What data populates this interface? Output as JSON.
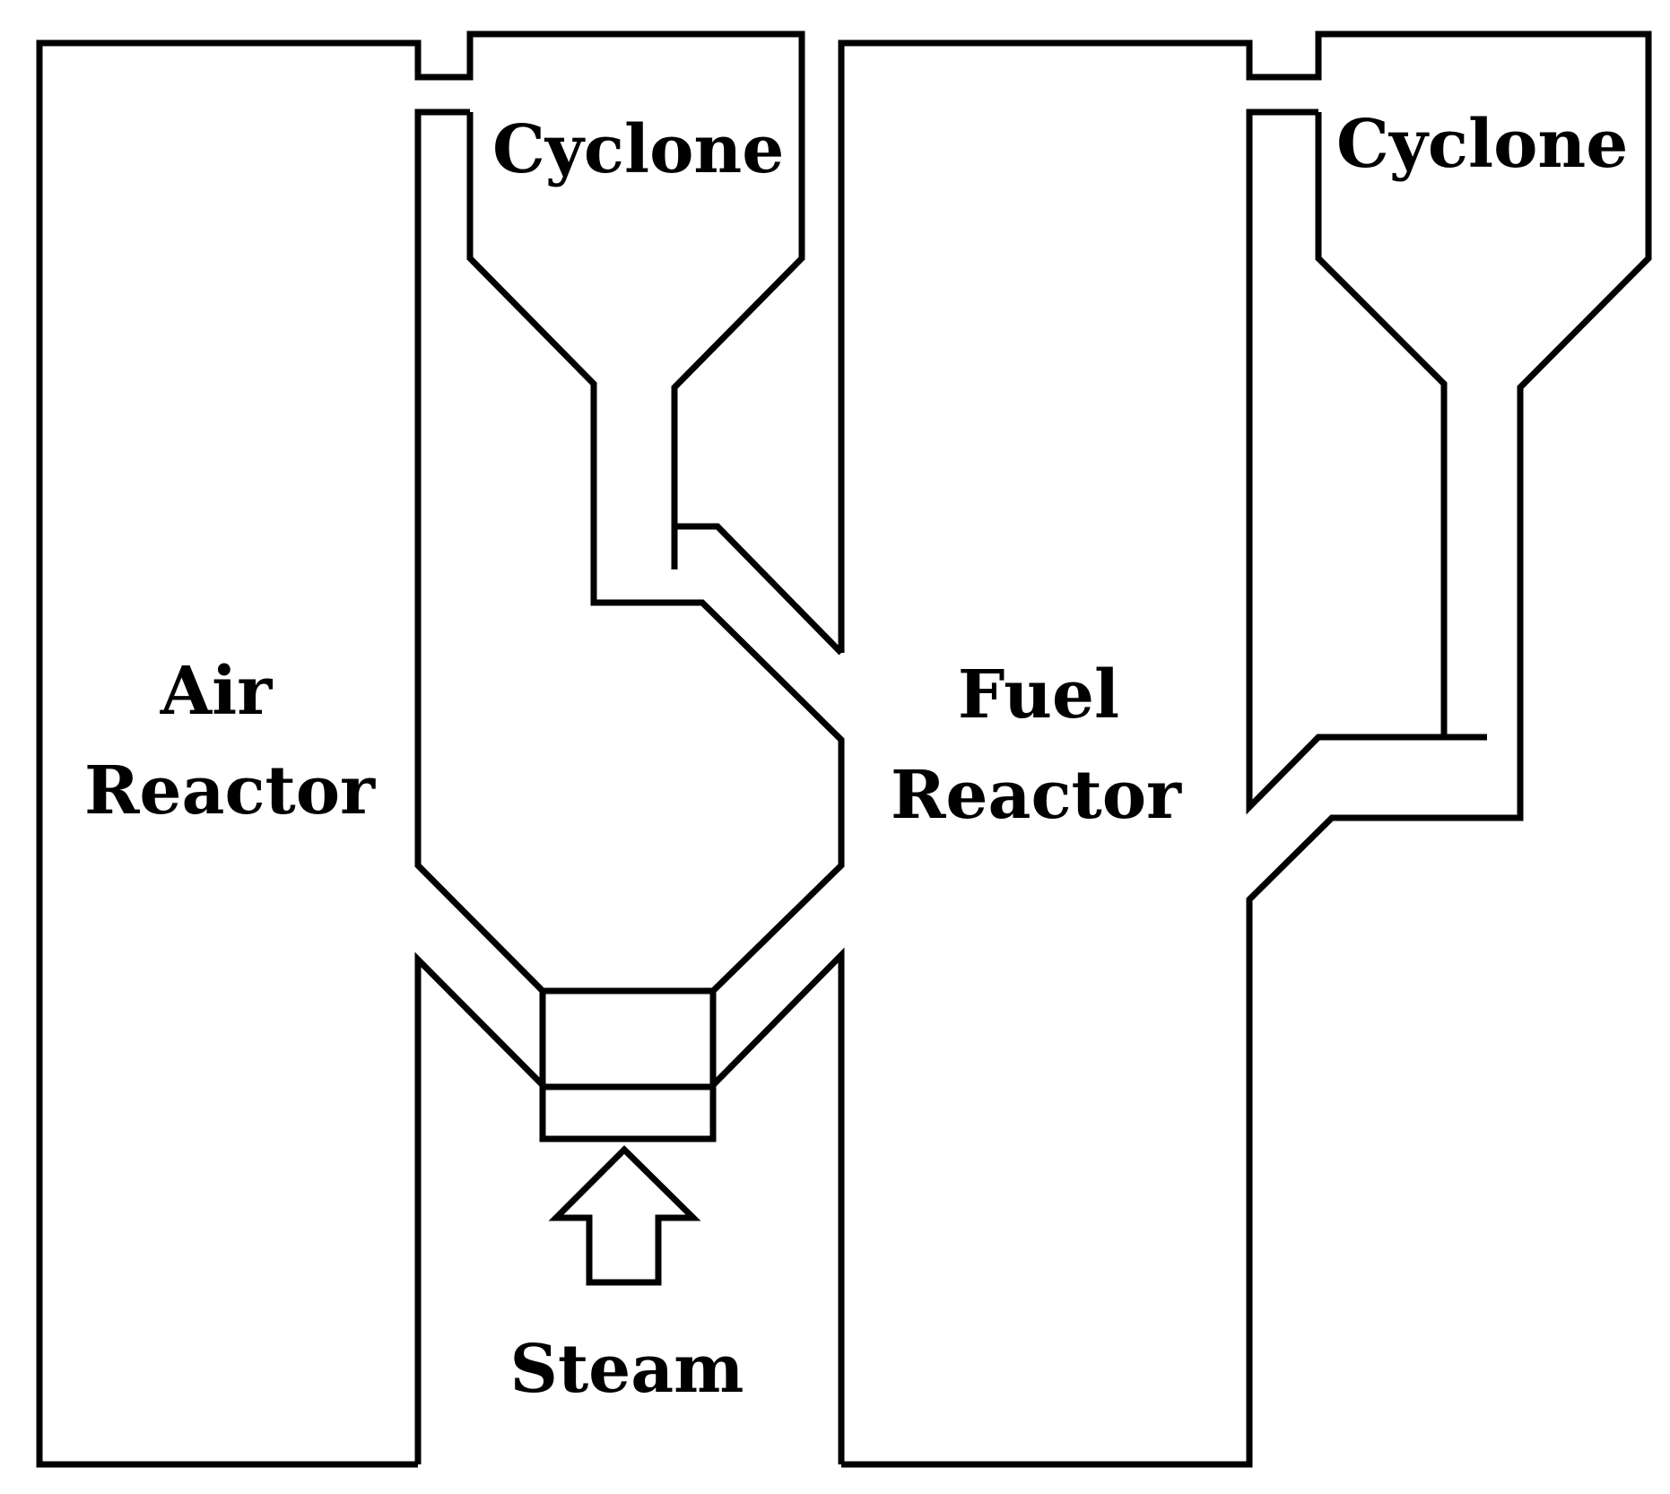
{
  "labels": {
    "cyclone_left": "Cyclone",
    "cyclone_right": "Cyclone",
    "air_reactor_line1": "Air",
    "air_reactor_line2": "Reactor",
    "fuel_reactor_line1": "Fuel",
    "fuel_reactor_line2": "Reactor",
    "steam": "Steam"
  },
  "colors": {
    "line": "#000000",
    "background": "#ffffff"
  }
}
